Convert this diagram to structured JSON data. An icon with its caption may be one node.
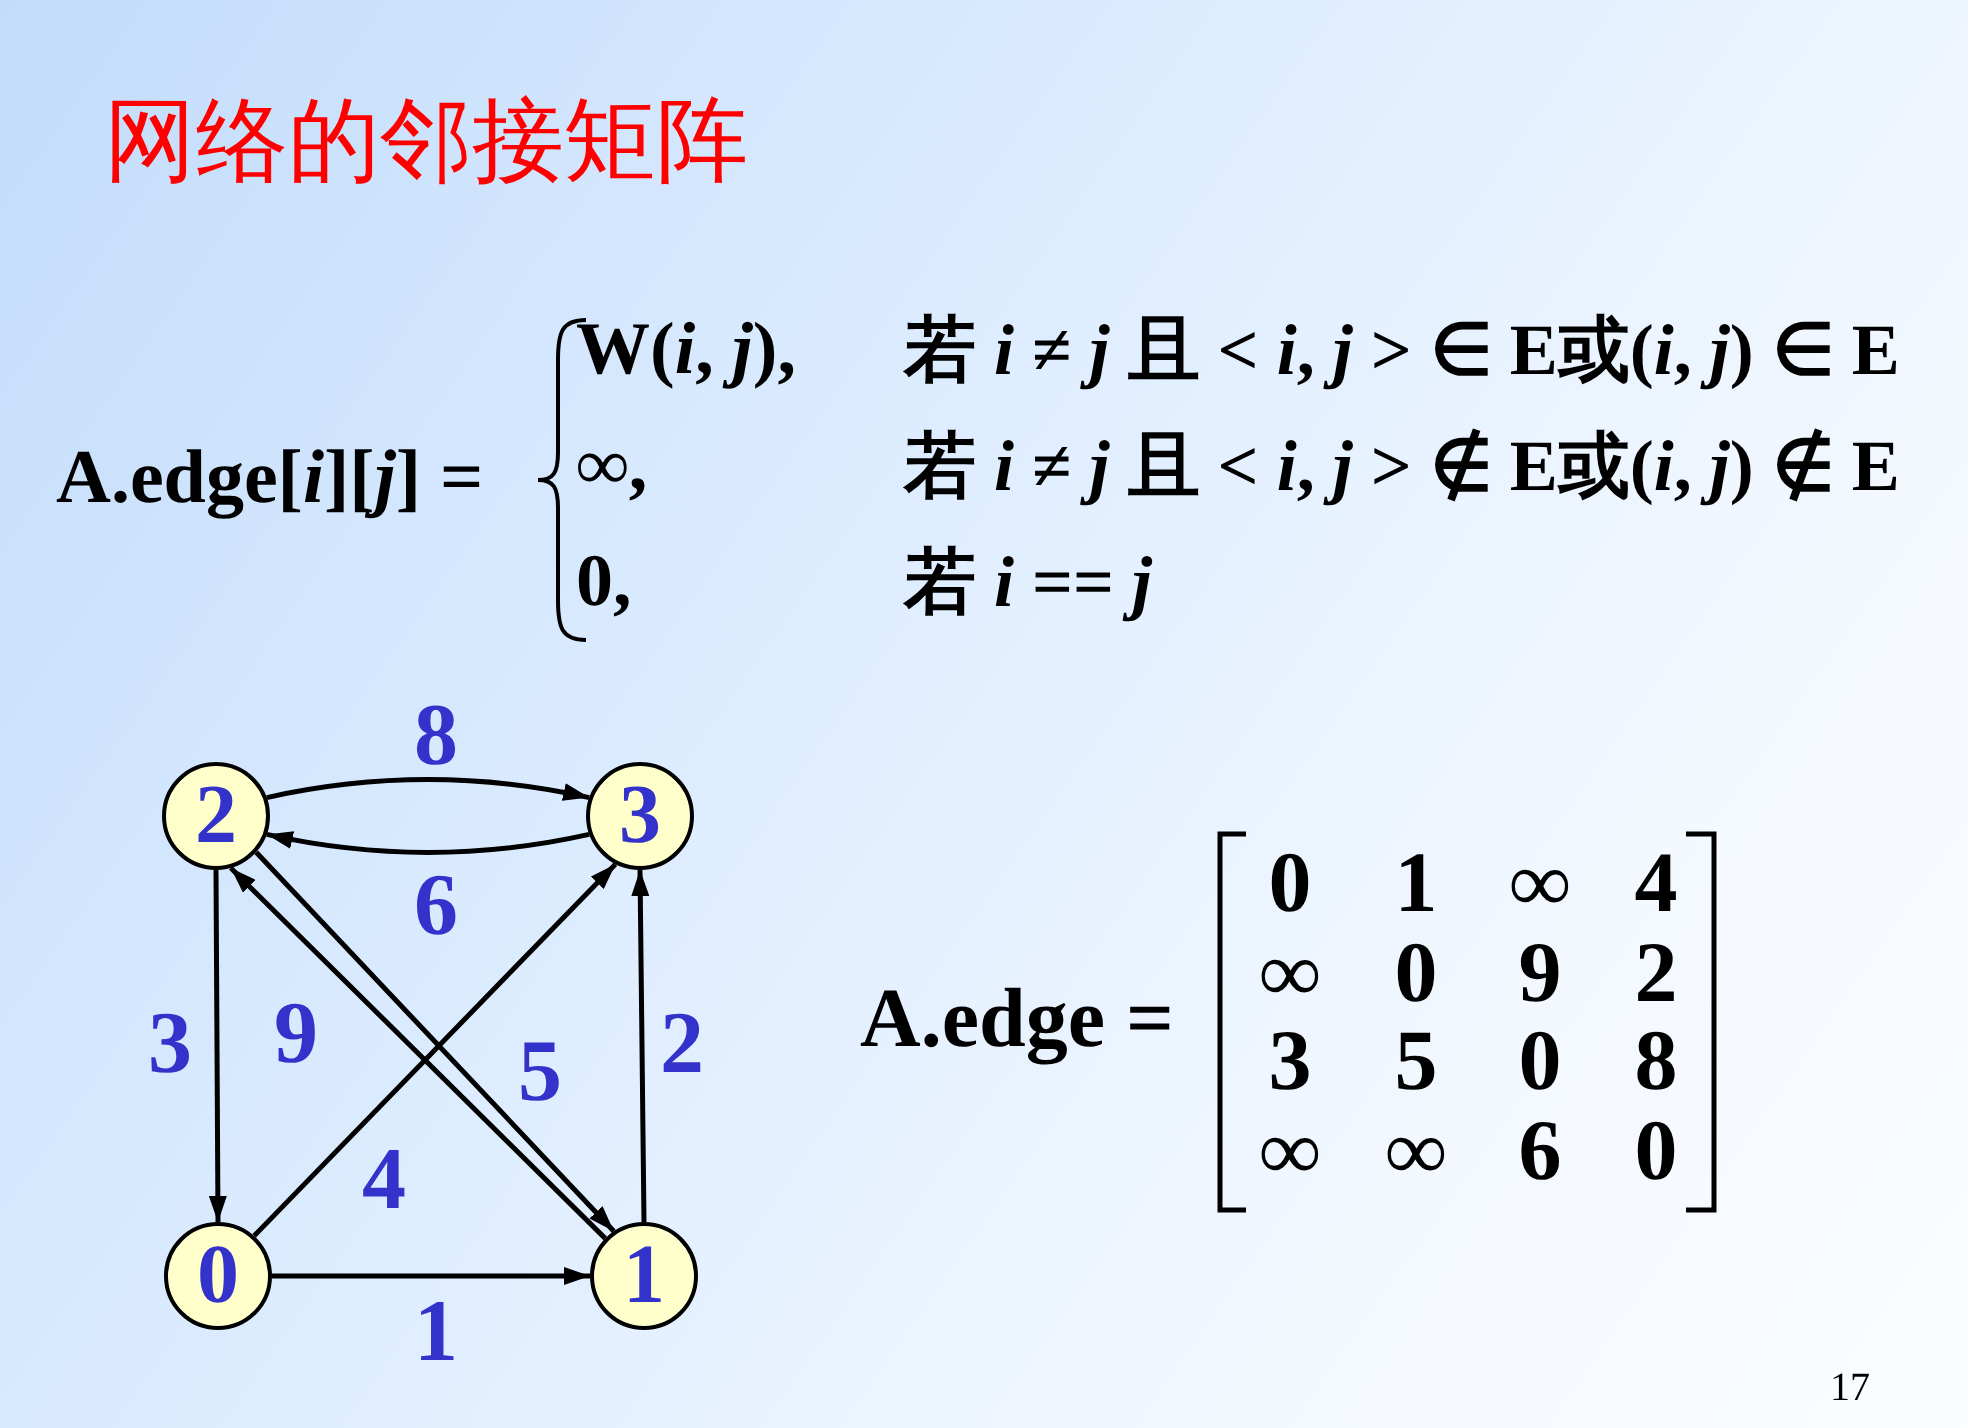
{
  "diagram": {
    "title": "网络的邻接矩阵",
    "nodes": [
      {
        "text": [
          "2"
        ]
      },
      {
        "text": [
          "3"
        ]
      },
      {
        "text": [
          "0"
        ]
      },
      {
        "text": [
          "1"
        ]
      }
    ],
    "edges": [
      {
        "from": 0,
        "to": 1,
        "arrow": "to",
        "label": "8"
      },
      {
        "from": 1,
        "to": 0,
        "arrow": "to",
        "label": "6"
      },
      {
        "from": 0,
        "to": 2,
        "arrow": "to",
        "label": "3"
      },
      {
        "from": 3,
        "to": 0,
        "arrow": "to",
        "label": "9"
      },
      {
        "from": 0,
        "to": 3,
        "arrow": "to",
        "label": "5"
      },
      {
        "from": 3,
        "to": 1,
        "arrow": "to",
        "label": "2"
      },
      {
        "from": 2,
        "to": 1,
        "arrow": "to",
        "label": "4"
      },
      {
        "from": 2,
        "to": 3,
        "arrow": "to",
        "label": "1"
      }
    ],
    "labels": [
      "A.edge[*i*][*j*] =",
      "W(*i*, *j*),",
      "若 *i* ≠ *j* 且 < *i*, *j* > ∈ E或(*i*, *j*) ∈ E",
      "∞,",
      "若 *i* ≠ *j* 且 < *i*, *j* > ∉ E或(*i*, *j*) ∉ E",
      "0,",
      "若 *i* == *j*",
      "A.edge =",
      "0",
      "1",
      "∞",
      "4",
      "∞",
      "0",
      "9",
      "2",
      "3",
      "5",
      "0",
      "8",
      "∞",
      "∞",
      "6",
      "0",
      "17"
    ]
  }
}
